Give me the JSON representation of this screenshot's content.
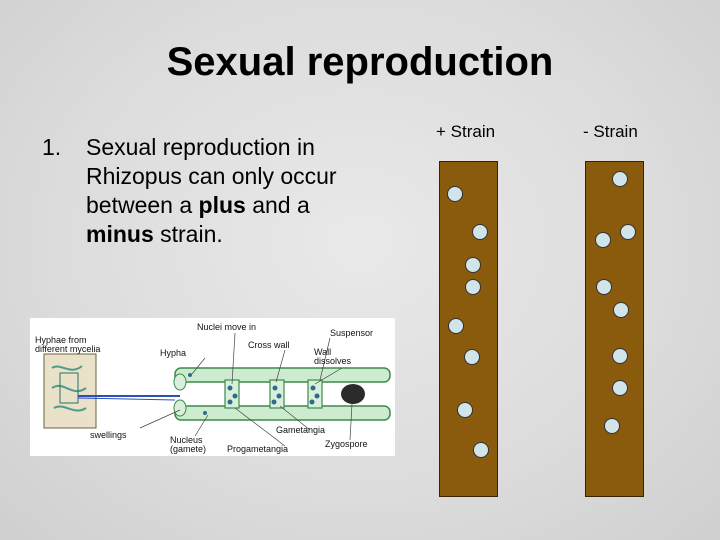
{
  "slide": {
    "title": "Sexual reproduction",
    "bullet_number": "1.",
    "bullet_parts": [
      "Sexual reproduction in Rhizopus can only occur between a ",
      "plus",
      " and a ",
      "minus",
      " strain."
    ]
  },
  "strains": {
    "plus_label": "+ Strain",
    "minus_label": "- Strain",
    "bar_color": "#8a5a0d",
    "nucleus_color": "#d0e4ea"
  },
  "figure": {
    "labels": {
      "hyphae": "Hyphae from different mycelia",
      "nuclei": "Nuclei move in",
      "suspensor": "Suspensor",
      "hypha": "Hypha",
      "cross_wall": "Cross wall",
      "wall_dissolves": "Wall dissolves",
      "swellings": "swellings",
      "nucleus": "Nucleus (gamete)",
      "gametangia": "Gametangia",
      "progametangia": "Progametangia",
      "zygospore": "Zygospore"
    }
  }
}
